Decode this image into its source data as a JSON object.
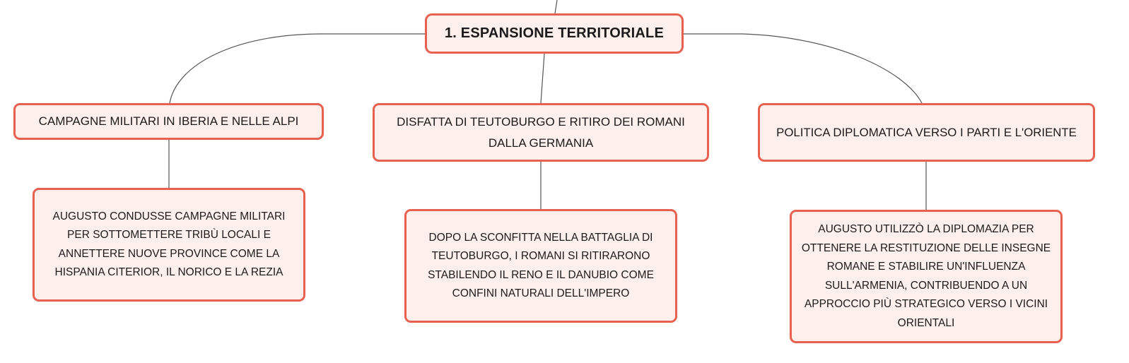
{
  "colors": {
    "node_border": "#e8604f",
    "node_fill": "#fdf0ec",
    "connector": "#555555",
    "text": "#1b1b1b"
  },
  "root": {
    "label": "1. ESPANSIONE TERRITORIALE"
  },
  "branches": [
    {
      "label": "CAMPAGNE MILITARI IN IBERIA E NELLE ALPI",
      "detail": "AUGUSTO CONDUSSE CAMPAGNE MILITARI PER SOTTOMETTERE TRIBÙ LOCALI E ANNETTERE NUOVE PROVINCE COME LA HISPANIA CITERIOR, IL NORICO E LA REZIA"
    },
    {
      "label": "DISFATTA DI TEUTOBURGO E RITIRO DEI ROMANI DALLA GERMANIA",
      "detail": "DOPO LA SCONFITTA NELLA BATTAGLIA DI TEUTOBURGO, I ROMANI SI RITIRARONO STABILENDO IL RENO E IL DANUBIO COME CONFINI NATURALI DELL'IMPERO"
    },
    {
      "label": "POLITICA DIPLOMATICA VERSO I PARTI E L'ORIENTE",
      "detail": "AUGUSTO UTILIZZÒ LA DIPLOMAZIA PER OTTENERE LA RESTITUZIONE DELLE INSEGNE ROMANE E STABILIRE UN'INFLUENZA SULL'ARMENIA, CONTRIBUENDO A UN APPROCCIO PIÙ STRATEGICO VERSO I VICINI ORIENTALI"
    }
  ]
}
